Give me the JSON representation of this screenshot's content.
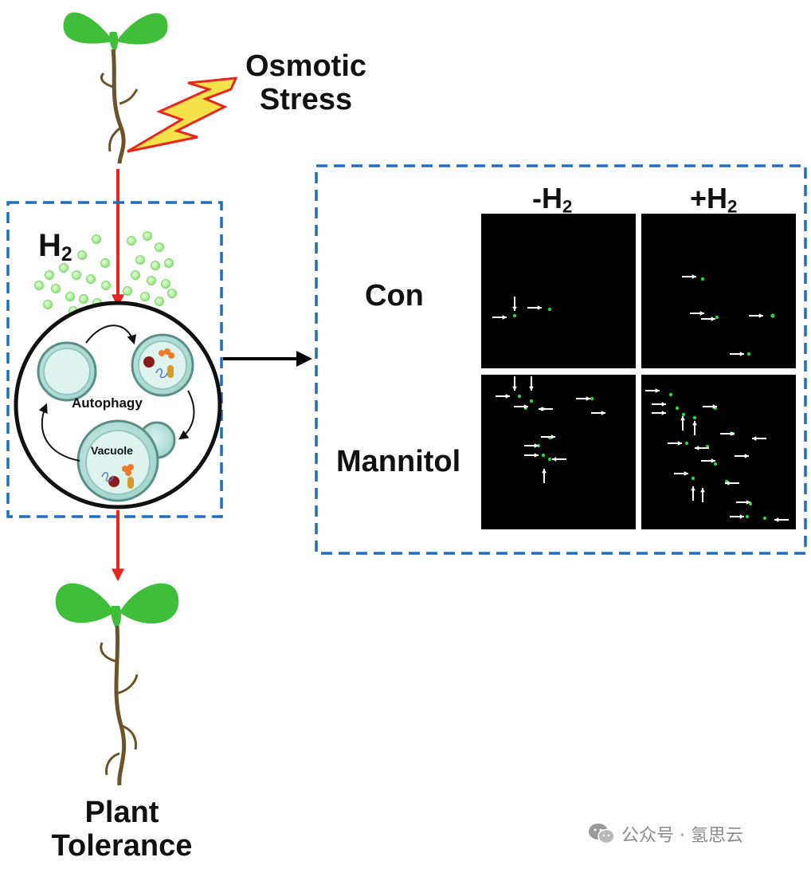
{
  "labels": {
    "stress_line1": "Osmotic",
    "stress_line2": "Stress",
    "h2_symbol": "H",
    "h2_sub": "2",
    "autophagy": "Autophagy",
    "vacuole": "Vacuole",
    "tolerance_line1": "Plant",
    "tolerance_line2": "Tolerance"
  },
  "micrographs": {
    "columns": [
      {
        "prefix": "-H",
        "sub": "2"
      },
      {
        "prefix": "+H",
        "sub": "2"
      }
    ],
    "rows": [
      "Con",
      "Mannitol"
    ]
  },
  "watermark": {
    "text": "公众号 · 氢思云",
    "icon": "wechat-icon"
  },
  "colors": {
    "dashed_box": "#1f6fbf",
    "arrow_red": "#e8261e",
    "leaf_green": "#3fbe3a",
    "root_brown": "#6b5228",
    "bolt_yellow": "#f5e14a",
    "bolt_edge": "#e8261e",
    "bubble_green": "#9ef28c",
    "puncta_green": "#30d040"
  }
}
